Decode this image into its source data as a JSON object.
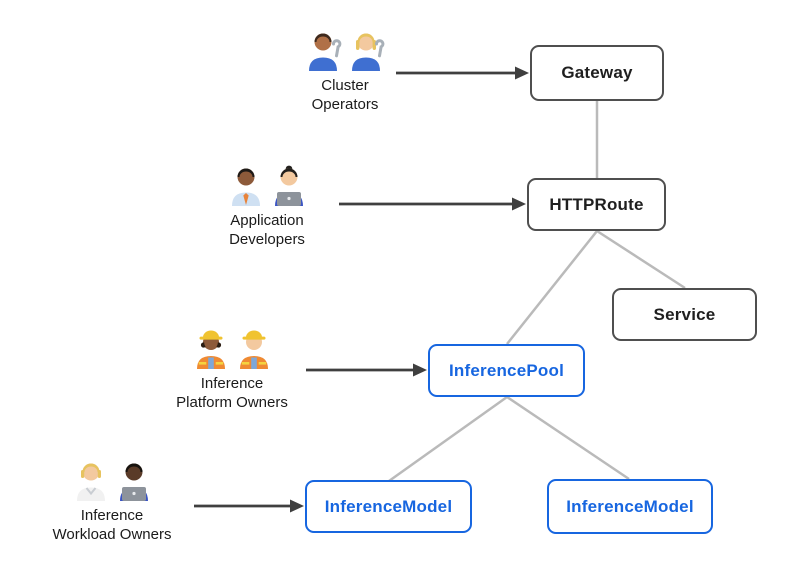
{
  "diagram": {
    "description": "Gateway API inference extension resource-model diagram",
    "personas": [
      {
        "name": "Cluster Operators",
        "label_lines": [
          "Cluster",
          "Operators"
        ],
        "icons": [
          "man-mechanic",
          "woman-mechanic"
        ],
        "points_to": "Gateway"
      },
      {
        "name": "Application Developers",
        "label_lines": [
          "Application",
          "Developers"
        ],
        "icons": [
          "man-office-worker",
          "woman-technologist"
        ],
        "points_to": "HTTPRoute"
      },
      {
        "name": "Inference Platform Owners",
        "label_lines": [
          "Inference",
          "Platform Owners"
        ],
        "icons": [
          "woman-construction-worker",
          "man-construction-worker"
        ],
        "points_to": "InferencePool"
      },
      {
        "name": "Inference Workload Owners",
        "label_lines": [
          "Inference",
          "Workload Owners"
        ],
        "icons": [
          "scientist",
          "man-technologist"
        ],
        "points_to": "InferenceModel"
      }
    ],
    "nodes": [
      {
        "id": "gateway",
        "label": "Gateway",
        "variant": "standard"
      },
      {
        "id": "httproute",
        "label": "HTTPRoute",
        "variant": "standard"
      },
      {
        "id": "service",
        "label": "Service",
        "variant": "standard"
      },
      {
        "id": "inference-pool",
        "label": "InferencePool",
        "variant": "extension"
      },
      {
        "id": "inference-model-left",
        "label": "InferenceModel",
        "variant": "extension"
      },
      {
        "id": "inference-model-right",
        "label": "InferenceModel",
        "variant": "extension"
      }
    ],
    "edges": [
      {
        "from": "Gateway",
        "to": "HTTPRoute"
      },
      {
        "from": "HTTPRoute",
        "to": "InferencePool"
      },
      {
        "from": "HTTPRoute",
        "to": "Service"
      },
      {
        "from": "InferencePool",
        "to": "InferenceModel (left)"
      },
      {
        "from": "InferencePool",
        "to": "InferenceModel (right)"
      }
    ],
    "colors": {
      "background": "#ffffff",
      "standard_node_border": "#4f4f4f",
      "standard_node_text": "#1f1f1f",
      "extension_node_border": "#1766e0",
      "extension_node_text": "#1766e0",
      "connector_line": "#bababa",
      "actor_arrow": "#3f3f3f"
    }
  }
}
